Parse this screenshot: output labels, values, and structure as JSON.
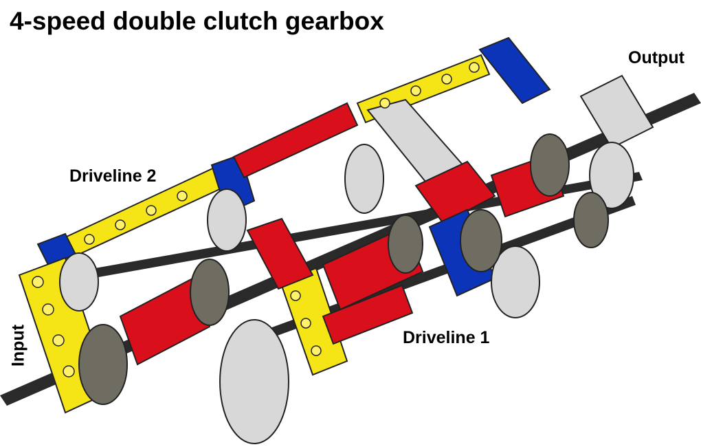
{
  "diagram": {
    "title": "4-speed double clutch gearbox",
    "labels": {
      "output": "Output",
      "driveline_2": "Driveline 2",
      "driveline_1": "Driveline 1",
      "input": "Input"
    }
  },
  "colors": {
    "yellow": "#f5e416",
    "red": "#d90f1c",
    "blue": "#0c34b8",
    "light_gray": "#d8d8d8",
    "dark_gray": "#6f6c62",
    "axle": "#2a2a2a",
    "white": "#f0f0f0"
  }
}
